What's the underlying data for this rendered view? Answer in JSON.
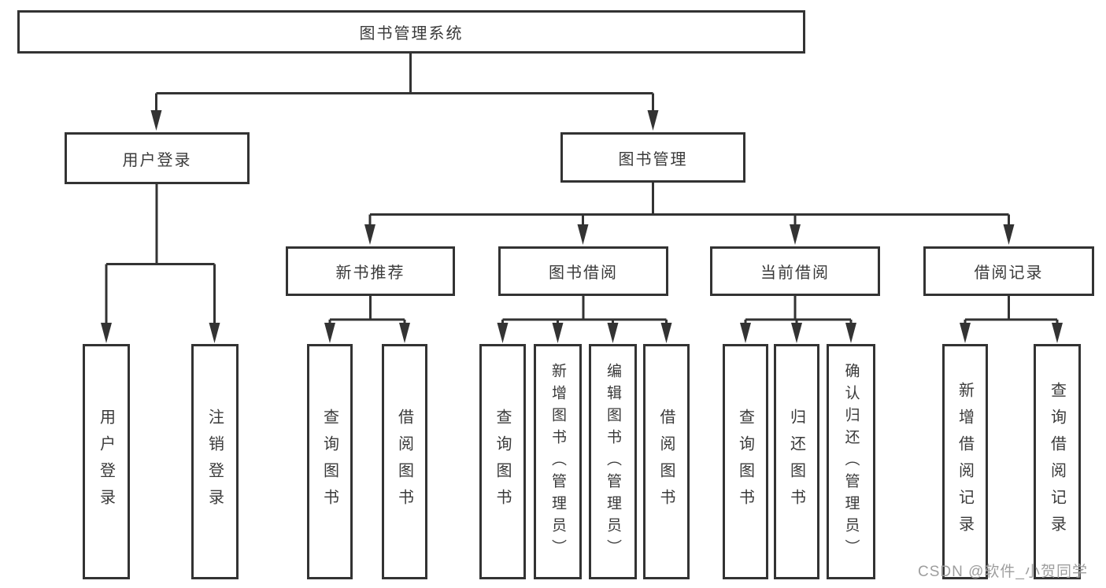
{
  "tree": {
    "root": {
      "label": "图书管理系统",
      "children": [
        {
          "label": "用户登录",
          "children": [
            {
              "label": "用户登录"
            },
            {
              "label": "注销登录"
            }
          ]
        },
        {
          "label": "图书管理",
          "children": [
            {
              "label": "新书推荐",
              "children": [
                {
                  "label": "查询图书"
                },
                {
                  "label": "借阅图书"
                }
              ]
            },
            {
              "label": "图书借阅",
              "children": [
                {
                  "label": "查询图书"
                },
                {
                  "label": "新增图书（管理员）"
                },
                {
                  "label": "编辑图书（管理员）"
                },
                {
                  "label": "借阅图书"
                }
              ]
            },
            {
              "label": "当前借阅",
              "children": [
                {
                  "label": "查询图书"
                },
                {
                  "label": "归还图书"
                },
                {
                  "label": "确认归还（管理员）"
                }
              ]
            },
            {
              "label": "借阅记录",
              "children": [
                {
                  "label": "新增借阅记录"
                },
                {
                  "label": "查询借阅记录"
                }
              ]
            }
          ]
        }
      ]
    }
  },
  "watermark": {
    "text": "CSDN @软件_小贺同学"
  },
  "colors": {
    "line": "#333333",
    "text": "#3a3a3a",
    "watermark": "#9e9e9e",
    "background": "#ffffff"
  }
}
